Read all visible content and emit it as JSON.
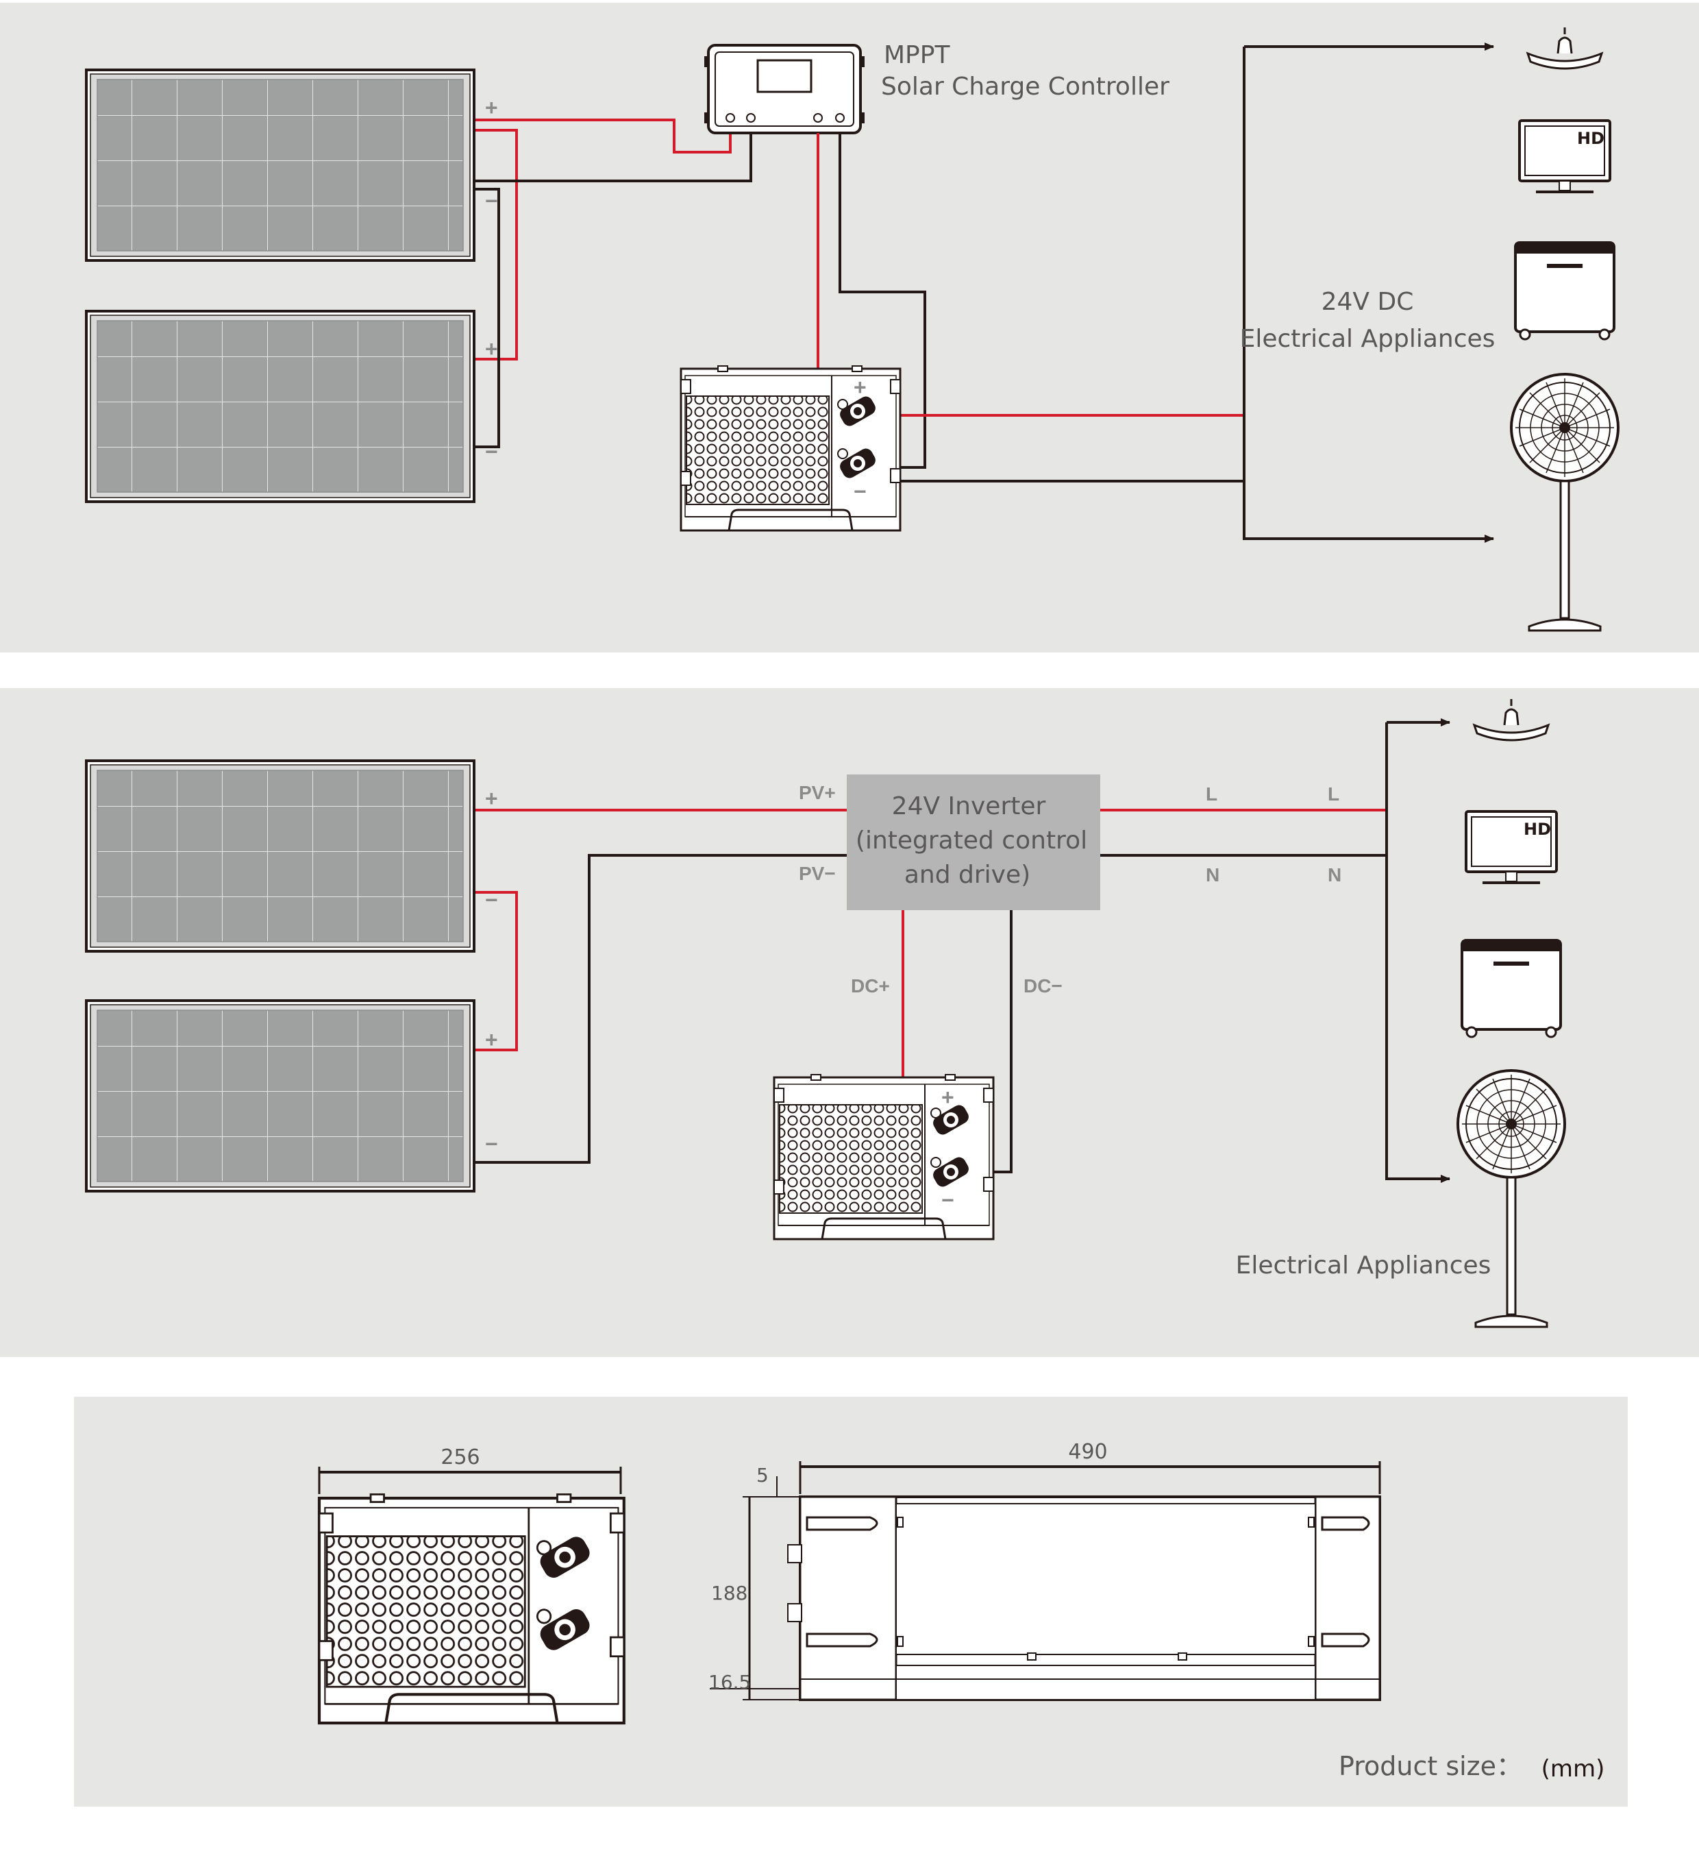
{
  "colors": {
    "panel_bg": "#e6e6e5",
    "wire_red": "#d31b2a",
    "wire_black": "#231815",
    "pv_cell": "#9fa0a0",
    "inverter_box": "#b5b5b6"
  },
  "top": {
    "controller_title": "MPPT",
    "controller_subtitle": "Solar Charge Controller",
    "appliance_title": "24V DC",
    "appliance_subtitle": "Electrical Appliances",
    "panel_plus": "+",
    "panel_minus": "−",
    "battery_plus": "+",
    "battery_minus": "−",
    "tv_badge": "HD"
  },
  "middle": {
    "inverter_line1": "24V Inverter",
    "inverter_line2": "(integrated control",
    "inverter_line3": "and drive)",
    "pv_plus": "PV+",
    "pv_minus": "PV−",
    "dc_plus": "DC+",
    "dc_minus": "DC−",
    "l_left": "L",
    "l_right": "L",
    "n_left": "N",
    "n_right": "N",
    "appliances": "Electrical Appliances",
    "panel_plus": "+",
    "panel_minus": "−",
    "battery_plus": "+",
    "battery_minus": "−",
    "tv_badge": "HD"
  },
  "bottom": {
    "width_front": "256",
    "width_side": "490",
    "dim_top": "5",
    "dim_height": "188",
    "dim_bottom": "16.5",
    "product_size": "Product size：",
    "unit": "(mm)"
  }
}
